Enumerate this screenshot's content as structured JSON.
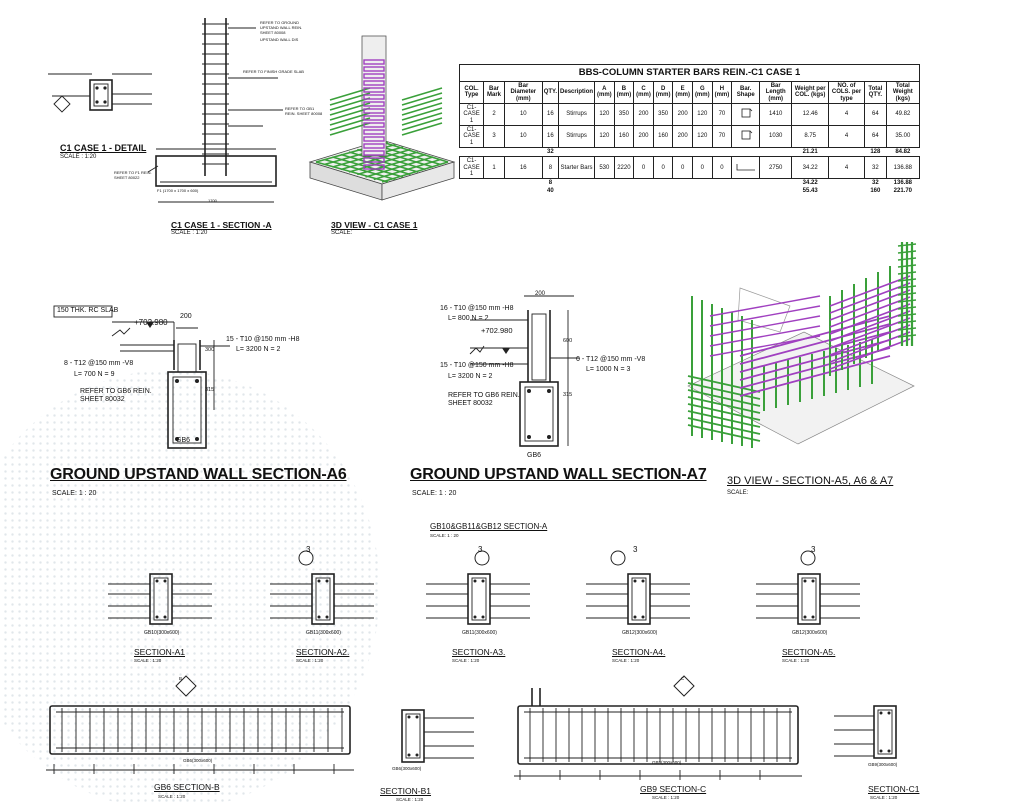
{
  "colors": {
    "rebar_green": "#3aa03a",
    "rebar_purple": "#a040c0",
    "line": "#222222"
  },
  "c1_detail": {
    "title": "C1 CASE 1 - DETAIL",
    "scale": "SCALE : 1:20"
  },
  "c1_section": {
    "title": "C1 CASE 1 - SECTION -A",
    "scale": "SCALE : 1:20",
    "notes": [
      "REFER TO GROUND UPSTAND WALL REIN. SHEET 80008",
      "UPSTAND WALL DIS",
      "REFER TO GB1 REIN. SHEET 80008",
      "REFER TO F1 REIN. SHEET 80022",
      "REFER TO FINISH GRADE SLAB"
    ],
    "footing": "F1 (1700 x 1700 x 600)",
    "dim": "1700"
  },
  "c1_3d": {
    "title": "3D VIEW - C1 CASE 1",
    "scale": "SCALE:"
  },
  "bbs": {
    "caption": "BBS-COLUMN STARTER BARS REIN.-C1 CASE 1",
    "headers": [
      "COL. Type",
      "Bar Mark",
      "Bar Diameter (mm)",
      "QTY.",
      "Description",
      "A (mm)",
      "B (mm)",
      "C (mm)",
      "D (mm)",
      "E (mm)",
      "G (mm)",
      "H (mm)",
      "Bar. Shape",
      "Bar Length (mm)",
      "Weight per COL. (kgs)",
      "NO. of COLS. per type",
      "Total QTY.",
      "Total Weight (kgs)"
    ],
    "rows": [
      [
        "C1-CASE 1",
        "2",
        "10",
        "16",
        "Stirrups",
        "120",
        "350",
        "200",
        "350",
        "200",
        "120",
        "70",
        "",
        "1410",
        "12.46",
        "4",
        "64",
        "49.82"
      ],
      [
        "C1-CASE 1",
        "3",
        "10",
        "16",
        "Stirrups",
        "120",
        "160",
        "200",
        "160",
        "200",
        "120",
        "70",
        "",
        "1030",
        "8.75",
        "4",
        "64",
        "35.00"
      ]
    ],
    "subtotal1": {
      "qty": "32",
      "weight": "21.21",
      "total_qty": "128",
      "total_weight": "84.82"
    },
    "row3": [
      "C1-CASE 1",
      "1",
      "16",
      "8",
      "Starter Bars",
      "530",
      "2220",
      "0",
      "0",
      "0",
      "0",
      "0",
      "",
      "2750",
      "34.22",
      "4",
      "32",
      "136.88"
    ],
    "subtotal2": {
      "qty": "8",
      "weight": "34.22",
      "total_qty": "32",
      "total_weight": "136.88"
    },
    "grand": {
      "qty": "40",
      "weight": "55.43",
      "total_qty": "160",
      "total_weight": "221.70"
    }
  },
  "a6": {
    "title": "GROUND UPSTAND WALL SECTION-A6",
    "scale": "SCALE:  1 : 20",
    "slab": "150 THK. RC SLAB",
    "level": "+702.980",
    "top_dim": "200",
    "bar15": "15 -    T10 @150 mm -H8",
    "bar15_l": "L=   3200        N = 2",
    "bar8": "8 -      T12 @150 mm -V8",
    "bar8_l": "L=   700        N = 9",
    "refer": "REFER TO GB6 REIN. SHEET 80032",
    "beam": "GB6",
    "d1": "300",
    "d2": "315"
  },
  "a7": {
    "title": "GROUND UPSTAND WALL SECTION-A7",
    "scale": "SCALE:  1 : 20",
    "top_dim": "200",
    "bar16": "16 -    T10 @150 mm -H8",
    "bar16_l": "L=   800        N = 2",
    "level": "+702.980",
    "bar6": "6 -    T12 @150 mm -V8",
    "bar6_l": "L=   1000    N = 3",
    "bar15": "15 -    T10 @150 mm -H8",
    "bar15_l": "L=   3200       N = 2",
    "refer": "REFER TO GB6 REIN. SHEET 80032",
    "beam": "GB6",
    "d1": "600",
    "d2": "315"
  },
  "a567_3d": {
    "title": "3D VIEW - SECTION-A5, A6 & A7",
    "scale": "SCALE:"
  },
  "gb_group": {
    "title": "GB10&GB11&GB12 SECTION-A",
    "scale": "SCALE:  1 : 20"
  },
  "sections": [
    {
      "beam": "GB10(300x600)",
      "title": "SECTION-A1",
      "scale": "SCALE : 1:20"
    },
    {
      "beam": "GB11(300x600)",
      "title": "SECTION-A2.",
      "scale": "SCALE : 1:20"
    },
    {
      "beam": "GB11(300x600)",
      "title": "SECTION-A3.",
      "scale": "SCALE : 1:20"
    },
    {
      "beam": "GB12(300x600)",
      "title": "SECTION-A4.",
      "scale": "SCALE : 1:20"
    },
    {
      "beam": "GB12(300x600)",
      "title": "SECTION-A5.",
      "scale": "SCALE : 1:20"
    }
  ],
  "markers": [
    "3",
    "3",
    "3",
    "3"
  ],
  "gb6b": {
    "title": "GB6 SECTION-B",
    "scale": "SCALE : 1:20",
    "beam": "GB6(300x600)",
    "marker": "B"
  },
  "b1": {
    "title": "SECTION-B1",
    "scale": "SCALE : 1:20",
    "beam": "GB6(300x600)"
  },
  "gb9c": {
    "title": "GB9 SECTION-C",
    "scale": "SCALE : 1:20",
    "beam": "GB9(300x600)",
    "marker": "C"
  },
  "c1s": {
    "title": "SECTION-C1",
    "scale": "SCALE : 1:20",
    "beam": "GB9(300x600)"
  }
}
